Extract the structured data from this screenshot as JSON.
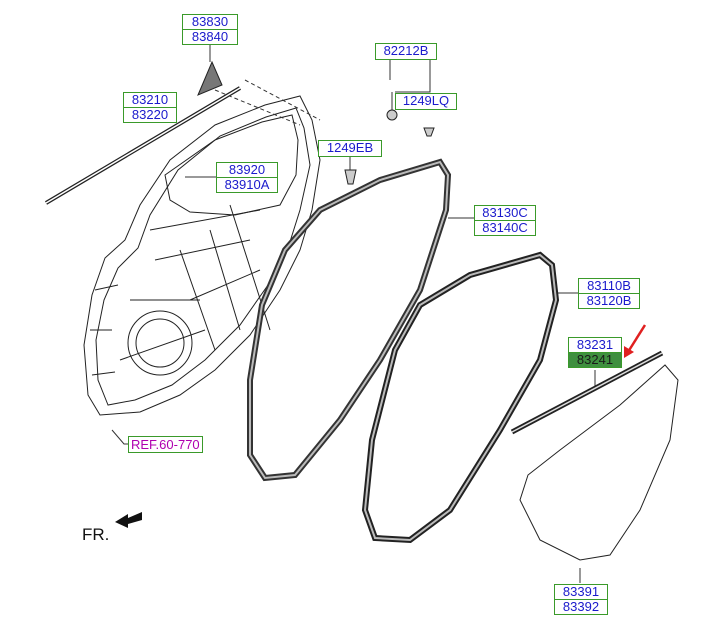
{
  "labels": {
    "l83830": "83830",
    "l83840": "83840",
    "l83210": "83210",
    "l83220": "83220",
    "l82212b": "82212B",
    "l1249lq": "1249LQ",
    "l1249eb": "1249EB",
    "l83920": "83920",
    "l83910a": "83910A",
    "l83130c": "83130C",
    "l83140c": "83140C",
    "l83110b": "83110B",
    "l83120b": "83120B",
    "l83231": "83231",
    "l83241": "83241",
    "l83391": "83391",
    "l83392": "83392",
    "ref": "REF.60-770",
    "fr": "FR."
  },
  "colors": {
    "label_border": "#3a9a2a",
    "label_text": "#1a1acc",
    "ref_text": "#b000b0",
    "highlight": "#3f8f3f",
    "arrow": "#e02020"
  }
}
